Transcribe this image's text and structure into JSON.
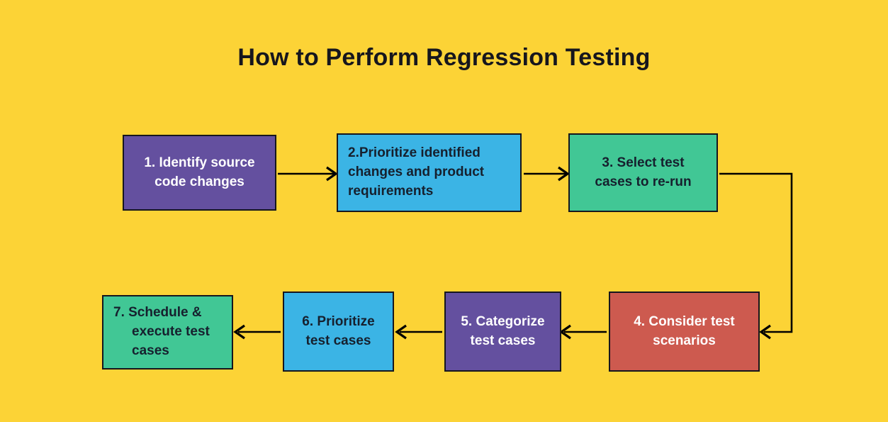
{
  "diagram": {
    "title": "How to Perform Regression Testing",
    "background_color": "#fcd336",
    "outline_color": "#16161d",
    "arrow_color": "#000000",
    "nodes": [
      {
        "id": "step-1",
        "label": "1. Identify source\ncode changes",
        "step": "1",
        "color": "#64509f",
        "text_color": "#ffffff",
        "align": "center"
      },
      {
        "id": "step-2",
        "label": "2.Prioritize identified\nchanges and product\nrequirements",
        "step": "2",
        "color": "#3bb4e5",
        "text_color": "#16202e",
        "align": "left"
      },
      {
        "id": "step-3",
        "label": "3. Select test\ncases to re-run",
        "step": "3",
        "color": "#41c795",
        "text_color": "#16202e",
        "align": "center"
      },
      {
        "id": "step-4",
        "label": "4. Consider test\nscenarios",
        "step": "4",
        "color": "#cd5a4f",
        "text_color": "#ffffff",
        "align": "center"
      },
      {
        "id": "step-5",
        "label": "5. Categorize\ntest cases",
        "step": "5",
        "color": "#64509f",
        "text_color": "#ffffff",
        "align": "center"
      },
      {
        "id": "step-6",
        "label": "6. Prioritize\ntest cases",
        "step": "6",
        "color": "#3bb4e5",
        "text_color": "#16202e",
        "align": "center"
      },
      {
        "id": "step-7",
        "label": "7. Schedule &\nexecute test\ncases",
        "step": "7",
        "color": "#41c795",
        "text_color": "#16202e",
        "align": "left"
      }
    ],
    "connectors": [
      {
        "id": "arrow-1-to-2",
        "from": "step-1",
        "to": "step-2",
        "direction": "right"
      },
      {
        "id": "arrow-2-to-3",
        "from": "step-2",
        "to": "step-3",
        "direction": "right"
      },
      {
        "id": "arrow-3-to-4",
        "from": "step-3",
        "to": "step-4",
        "direction": "down-left"
      },
      {
        "id": "arrow-4-to-5",
        "from": "step-4",
        "to": "step-5",
        "direction": "left"
      },
      {
        "id": "arrow-5-to-6",
        "from": "step-5",
        "to": "step-6",
        "direction": "left"
      },
      {
        "id": "arrow-6-to-7",
        "from": "step-6",
        "to": "step-7",
        "direction": "left"
      }
    ]
  }
}
